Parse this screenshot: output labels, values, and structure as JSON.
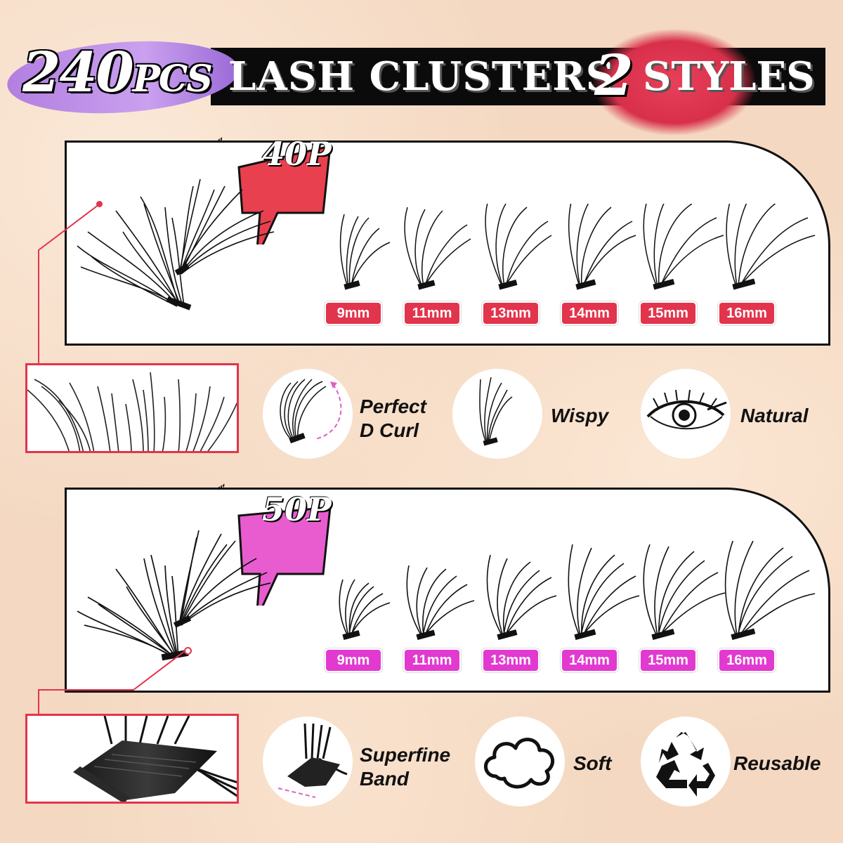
{
  "header": {
    "count": "240",
    "count_unit": "PCS",
    "title": "LASH CLUSTERS",
    "styles_num": "2",
    "styles_word": "STYLES"
  },
  "style1": {
    "tag": "40P",
    "tag_color": "#e8404f",
    "sizes": [
      "9mm",
      "11mm",
      "13mm",
      "14mm",
      "15mm",
      "16mm"
    ],
    "features": [
      {
        "icon": "d-curl-lash-icon",
        "label_line1": "Perfect",
        "label_line2": "D Curl"
      },
      {
        "icon": "wispy-lash-icon",
        "label_line1": "Wispy",
        "label_line2": ""
      },
      {
        "icon": "eye-icon",
        "label_line1": "Natural",
        "label_line2": ""
      }
    ]
  },
  "style2": {
    "tag": "50P",
    "tag_color": "#e85ccf",
    "sizes": [
      "9mm",
      "11mm",
      "13mm",
      "14mm",
      "15mm",
      "16mm"
    ],
    "features": [
      {
        "icon": "band-lash-icon",
        "label_line1": "Superfine",
        "label_line2": "Band"
      },
      {
        "icon": "cloud-icon",
        "label_line1": "Soft",
        "label_line2": ""
      },
      {
        "icon": "recycle-icon",
        "label_line1": "Reusable",
        "label_line2": ""
      }
    ]
  }
}
